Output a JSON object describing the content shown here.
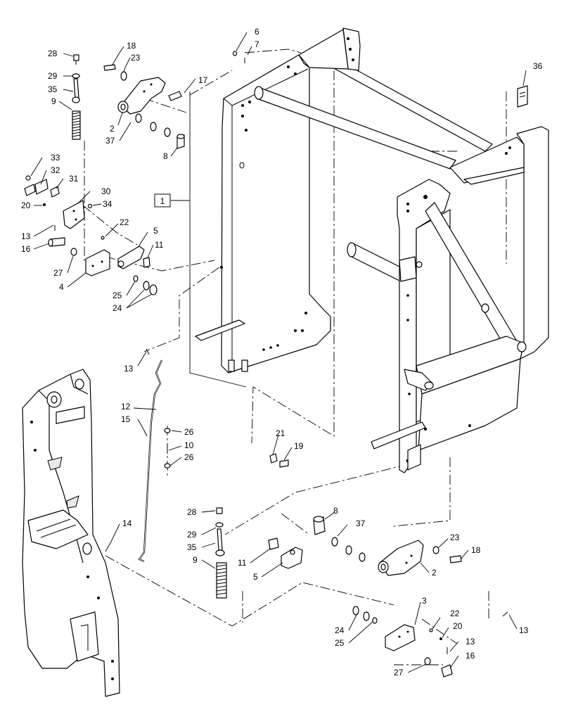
{
  "diagram": {
    "type": "exploded-parts-view",
    "boxed_callout": "1",
    "callouts": {
      "c6": "6",
      "c7": "7",
      "c18a": "18",
      "c23a": "23",
      "c17": "17",
      "c2a": "2",
      "c37a": "37",
      "c8a": "8",
      "c28a": "28",
      "c29a": "29",
      "c35a": "35",
      "c9a": "9",
      "c36": "36",
      "c33": "33",
      "c32": "32",
      "c31": "31",
      "c30": "30",
      "c34": "34",
      "c20a": "20",
      "c13a": "13",
      "c16a": "16",
      "c22a": "22",
      "c5a": "5",
      "c11a": "11",
      "c27a": "27",
      "c4": "4",
      "c25a": "25",
      "c24a": "24",
      "c13b": "13",
      "c12": "12",
      "c15": "15",
      "c26a": "26",
      "c10": "10",
      "c26b": "26",
      "c21": "21",
      "c19": "19",
      "c14": "14",
      "c28b": "28",
      "c29b": "29",
      "c35b": "35",
      "c9b": "9",
      "c8b": "8",
      "c37b": "37",
      "c23b": "23",
      "c18b": "18",
      "c11b": "11",
      "c5b": "5",
      "c2b": "2",
      "c3": "3",
      "c22b": "22",
      "c20b": "20",
      "c24b": "24",
      "c25b": "25",
      "c13c": "13",
      "c16b": "16",
      "c27b": "27",
      "c13d": "13"
    }
  }
}
